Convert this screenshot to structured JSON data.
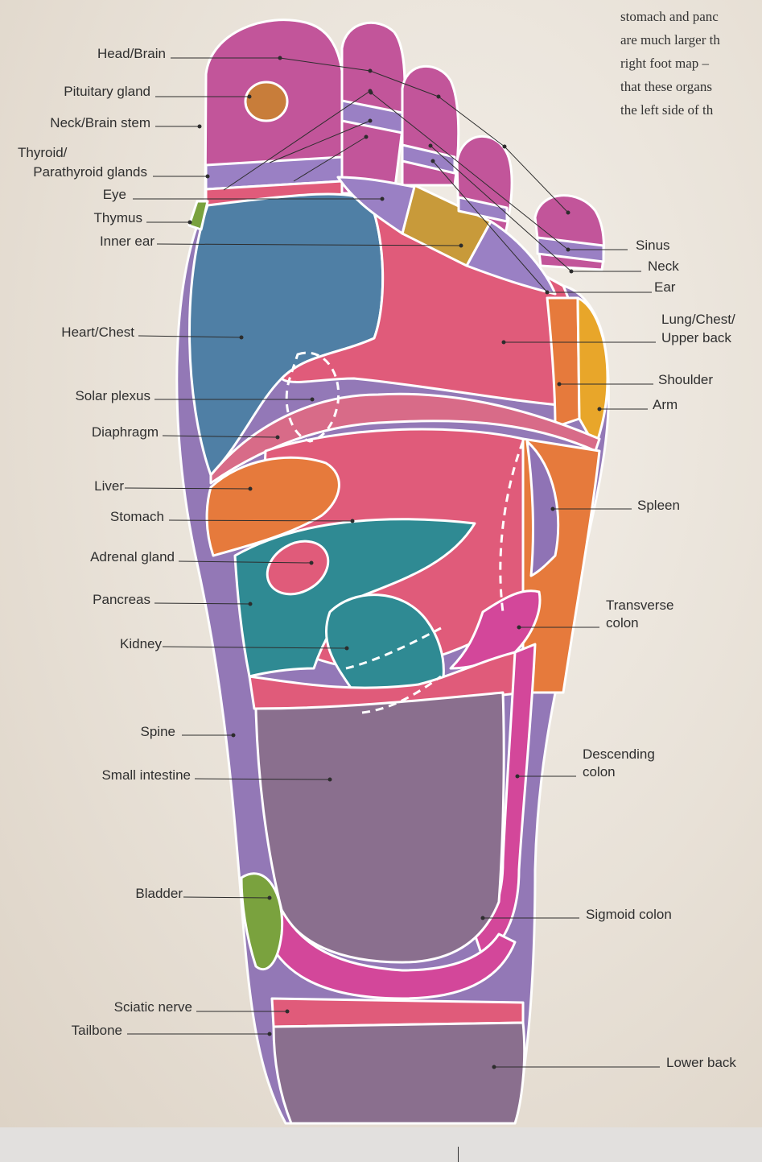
{
  "intro_lines": [
    "stomach and panc",
    "are much larger th",
    "right foot map –",
    "that these organs",
    "the left side of th"
  ],
  "labels": {
    "head_brain": "Head/Brain",
    "pituitary_gland": "Pituitary gland",
    "neck_brain_stem": "Neck/Brain stem",
    "thyroid_line1": "Thyroid/",
    "thyroid_line2": "Parathyroid glands",
    "eye": "Eye",
    "thymus": "Thymus",
    "inner_ear": "Inner ear",
    "heart_chest": "Heart/Chest",
    "solar_plexus": "Solar plexus",
    "diaphragm": "Diaphragm",
    "liver": "Liver",
    "stomach": "Stomach",
    "adrenal_gland": "Adrenal gland",
    "pancreas": "Pancreas",
    "kidney": "Kidney",
    "spine": "Spine",
    "small_intestine": "Small intestine",
    "bladder": "Bladder",
    "sciatic_nerve": "Sciatic nerve",
    "tailbone": "Tailbone",
    "sinus": "Sinus",
    "neck": "Neck",
    "ear": "Ear",
    "lung_line1": "Lung/Chest/",
    "lung_line2": "Upper back",
    "shoulder": "Shoulder",
    "arm": "Arm",
    "spleen": "Spleen",
    "transverse_line1": "Transverse",
    "transverse_line2": "colon",
    "descending_line1": "Descending",
    "descending_line2": "colon",
    "sigmoid_colon": "Sigmoid colon",
    "lower_back": "Lower back"
  },
  "colors": {
    "toe_magenta": "#c2559a",
    "heart_blue": "#4f7fa5",
    "lung_pink": "#e05b7a",
    "orange": "#e67a3c",
    "yellow": "#e8a62a",
    "teal": "#2f8a93",
    "purple": "#8f73b5",
    "lavender": "#9a80c4",
    "intestine_mauve": "#8a6f8e",
    "green": "#7aa23e",
    "gold": "#c89a3a",
    "colon_pink": "#d3479a"
  }
}
